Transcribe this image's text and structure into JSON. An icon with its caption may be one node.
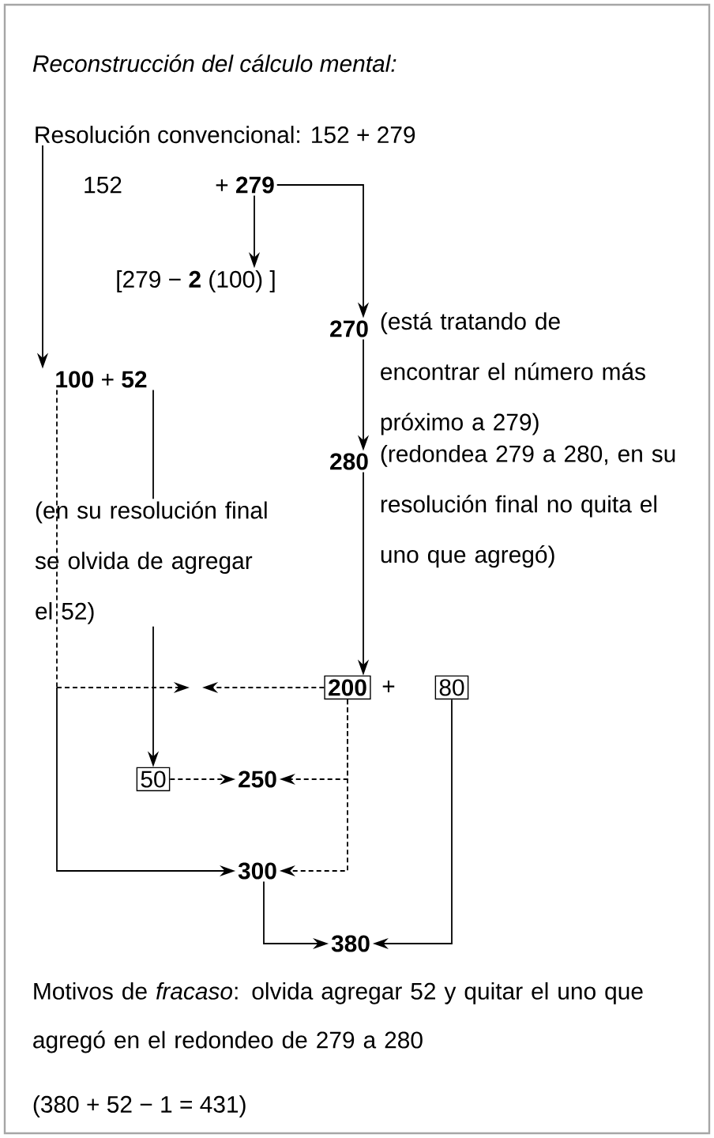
{
  "diagram": {
    "title": "Reconstrucción del cálculo mental:",
    "nodes": [
      {
        "text": [
          "Resolución convencional: 152 + 279"
        ]
      },
      {
        "text": [
          "+ **279**"
        ]
      },
      {
        "text": [
          "[279 − **2** (100) ]"
        ]
      },
      {
        "text": [
          "270"
        ],
        "beside": [
          "(está tratando de encontrar el número más próximo a 279)"
        ]
      },
      {
        "text": [
          "**100** + **52**"
        ]
      },
      {
        "text": [
          "280"
        ],
        "beside": [
          "(redondea 279 a 280, en su resolución final no quita el uno que agregó)"
        ]
      },
      {
        "text": [
          "(en su resolución final se olvida de agregar el 52)"
        ]
      },
      {
        "text": [
          "200"
        ]
      },
      {
        "text": [
          "80"
        ]
      },
      {
        "text": [
          "50"
        ]
      },
      {
        "text": [
          "250"
        ]
      },
      {
        "text": [
          "300"
        ]
      },
      {
        "text": [
          "380"
        ]
      }
    ],
    "edges": [
      {
        "from": 0,
        "to": 4,
        "arrow": "to"
      },
      {
        "from": 1,
        "to": 2,
        "arrow": "to"
      },
      {
        "from": 1,
        "to": 3,
        "arrow": "to"
      },
      {
        "from": 3,
        "to": 5,
        "arrow": "to"
      },
      {
        "from": 5,
        "to": 7,
        "arrow": "to"
      },
      {
        "from": 4,
        "to": 6,
        "arrow": "none"
      },
      {
        "from": 6,
        "to": 9,
        "arrow": "to"
      },
      {
        "from": 4,
        "to": null,
        "arrow": "to",
        "style": "dashed"
      },
      {
        "from": 7,
        "to": null,
        "arrow": "to",
        "style": "dashed"
      },
      {
        "from": 4,
        "to": 11,
        "arrow": "to"
      },
      {
        "from": 9,
        "to": 10,
        "arrow": "to",
        "style": "dashed"
      },
      {
        "from": 7,
        "to": 10,
        "arrow": "to",
        "style": "dashed"
      },
      {
        "from": 7,
        "to": 11,
        "arrow": "to",
        "style": "dashed"
      },
      {
        "from": 11,
        "to": 12,
        "arrow": "to"
      },
      {
        "from": 8,
        "to": 12,
        "arrow": "to"
      }
    ],
    "labels": [
      "152",
      "+",
      "Motivos de *fracaso*: olvida agregar 52 y quitar el uno que agregó en el redondeo de 279 a 280",
      "(380 + 52 − 1 = 431)"
    ]
  }
}
